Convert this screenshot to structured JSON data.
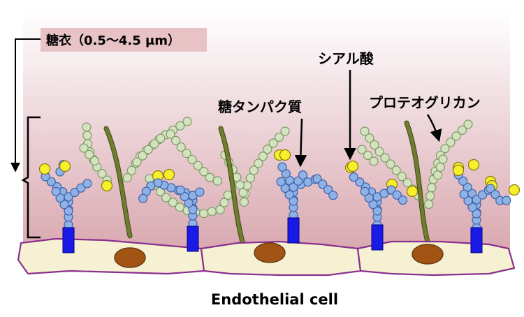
{
  "labels": {
    "glycocalyx": "糖衣（0.5～4.5 μm）",
    "sialic_acid": "シアル酸",
    "glycoprotein": "糖タンパク質",
    "proteoglycan": "プロテオグリカン",
    "cell": "Endothelial cell"
  },
  "colors": {
    "background_top": "#ffffff",
    "background_bottom": "#d9a8b0",
    "label_box": "#e7c3c6",
    "cell_fill": "#f6f1d2",
    "cell_outline": "#8a2f8f",
    "nucleus": "#a25414",
    "nucleus_outline": "#6b3a12",
    "protein_core": "#1a1ae6",
    "glycan_bead": "#8eb2e6",
    "glycan_bead_outline": "#3d5fa8",
    "gag_bead": "#d3e2bf",
    "gag_bead_outline": "#7d9a63",
    "sialic_bead": "#f7ef2a",
    "sialic_outline": "#8a7a10",
    "core_filament": "#6f7d2e",
    "core_filament_dark": "#3f4a12"
  }
}
